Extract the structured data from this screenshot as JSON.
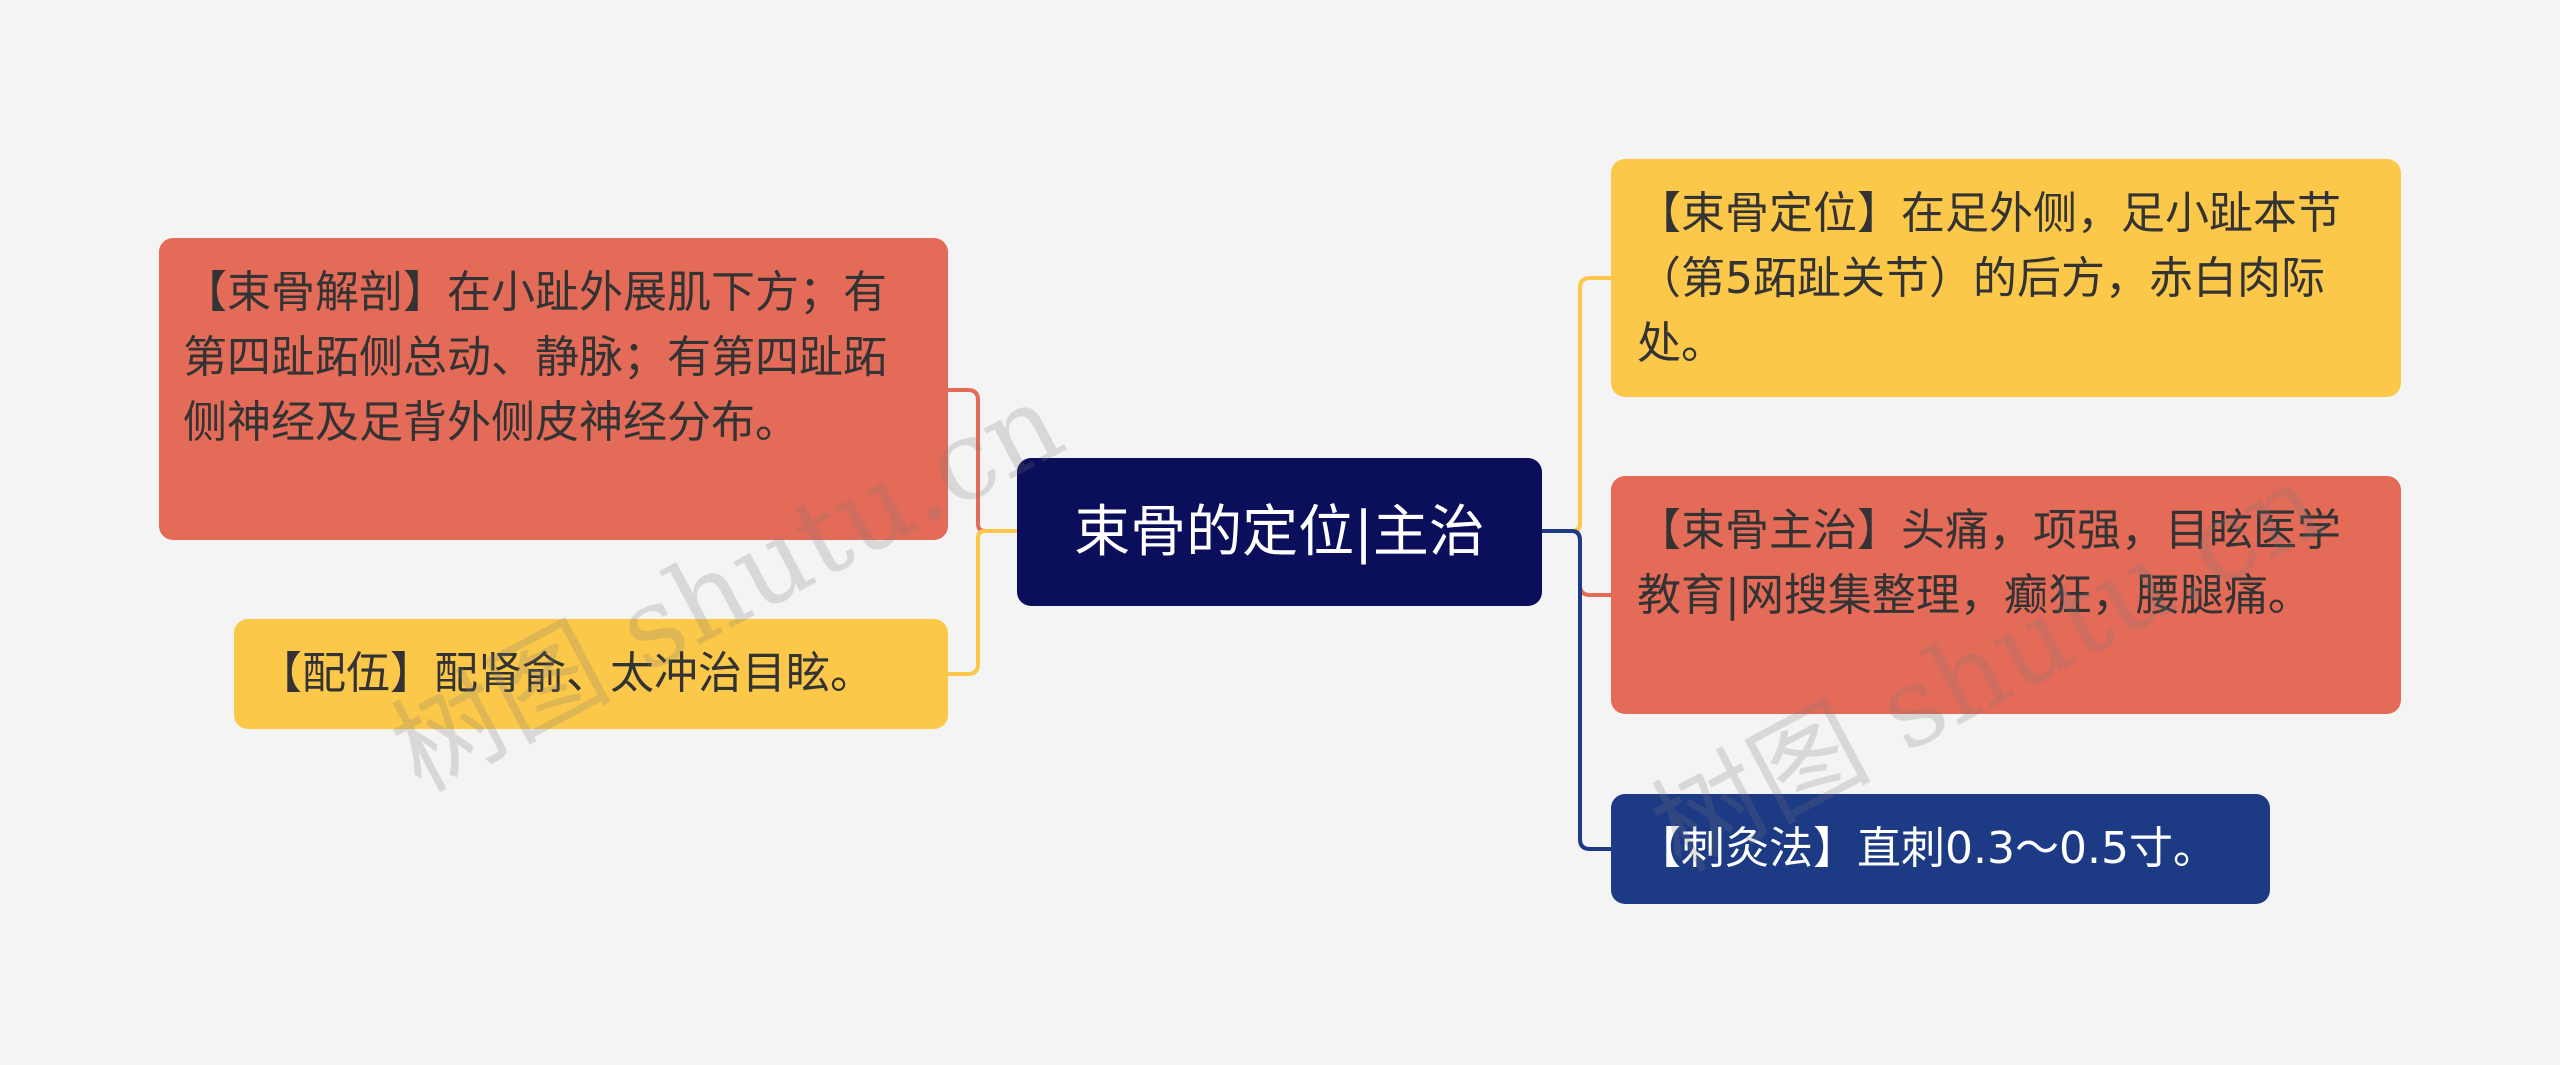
{
  "center": {
    "label": "束骨的定位|主治"
  },
  "left_nodes": [
    {
      "id": "anatomy",
      "text": "【束骨解剖】在小趾外展肌下方；有第四趾跖侧总动、静脉；有第四趾跖侧神经及足背外侧皮神经分布。",
      "color": "#e56b59"
    },
    {
      "id": "pairing",
      "text": "【配伍】配肾俞、太冲治目眩。",
      "color": "#fcc84a"
    }
  ],
  "right_nodes": [
    {
      "id": "location",
      "text": "【束骨定位】在足外侧，足小趾本节（第5跖趾关节）的后方，赤白肉际处。",
      "color": "#fcc84a"
    },
    {
      "id": "indication",
      "text": "【束骨主治】头痛，项强，目眩医学教育|网搜集整理，癫狂，腰腿痛。",
      "color": "#e56b59"
    },
    {
      "id": "needling",
      "text": "【刺灸法】直刺0.3～0.5寸。",
      "color": "#1d3a85"
    }
  ],
  "colors": {
    "background": "#f4f4f4",
    "center": "#0b0e5a",
    "red": "#e56b59",
    "yellow": "#fcc84a",
    "blue": "#1d3a85"
  },
  "watermark": "树图 shutu.cn"
}
